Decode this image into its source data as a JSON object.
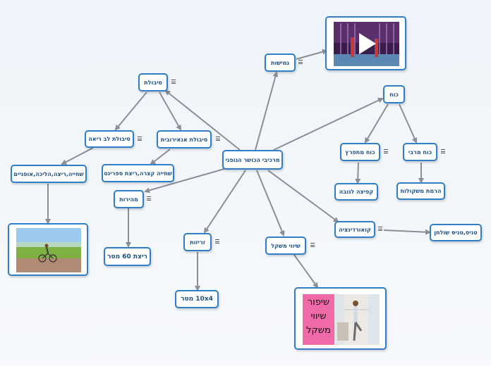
{
  "nodes": {
    "center": "מרכיבי הכושר הגופני",
    "flexibility": "גמישות",
    "endurance": "סיבולת",
    "strength": "כוח",
    "aerobic_endurance": "סיבולת לב ריאה",
    "anaerobic_endurance": "סיבולת אנאירובית",
    "endurance_activities": "שחייה,ריצה,הליכה,אופניים",
    "sprint_activities": "שחייה קצרה,ריצת ספרינט",
    "speed": "מהירות",
    "run_60": "ריצת 60 מטר",
    "agility": "זריזות",
    "run_10x4": "10x4 מטר",
    "balance": "שיווי משקל",
    "coordination": "קואורדינציה",
    "juggling": "טניס,טניס שולחן",
    "explosive_strength": "כוח מתפרץ",
    "max_strength": "כוח מרבי",
    "high_jump": "קפיצה לגובה",
    "weight_lifting": "הרמת משקולות"
  },
  "images": {
    "video_icon": "play-icon",
    "balance_image_text": [
      "שיפור",
      "שיווי",
      "משקל"
    ]
  },
  "colors": {
    "node_border": "#2f7fc6",
    "node_text": "#1b4f86",
    "edge": "#8a8f96",
    "balance_pink": "#f06aa8"
  }
}
